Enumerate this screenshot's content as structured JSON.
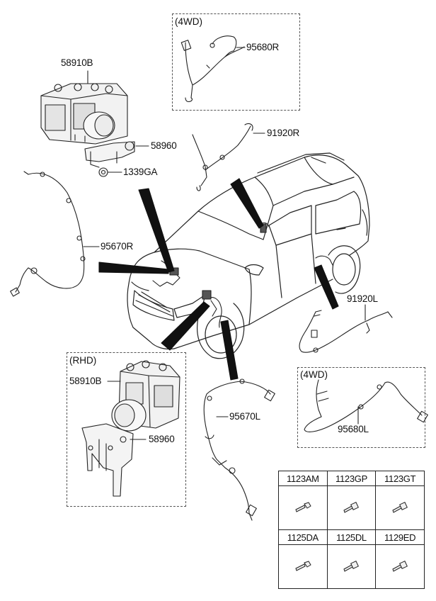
{
  "groups": {
    "rhd_title": "(RHD)",
    "fourwd_top_title": "(4WD)",
    "fourwd_bottom_title": "(4WD)"
  },
  "labels": {
    "abs_module_top": "58910B",
    "bracket_top": "58960",
    "nut": "1339GA",
    "wheel_sensor_front_right": "95670R",
    "rear_4wd_sensor_right": "95680R",
    "hose_rear_right": "91920R",
    "hose_rear_left": "91920L",
    "wheel_sensor_front_left": "95670L",
    "rear_4wd_sensor_left": "95680L",
    "abs_module_rhd": "58910B",
    "bracket_rhd": "58960"
  },
  "parts_table": {
    "headers_row1": [
      "1123AM",
      "1123GP",
      "1123GT"
    ],
    "headers_row2": [
      "1125DA",
      "1125DL",
      "1129ED"
    ]
  },
  "icons": [
    "abs-module",
    "bracket",
    "nut",
    "wheel-speed-sensor-cable",
    "vehicle-outline",
    "bolt"
  ]
}
